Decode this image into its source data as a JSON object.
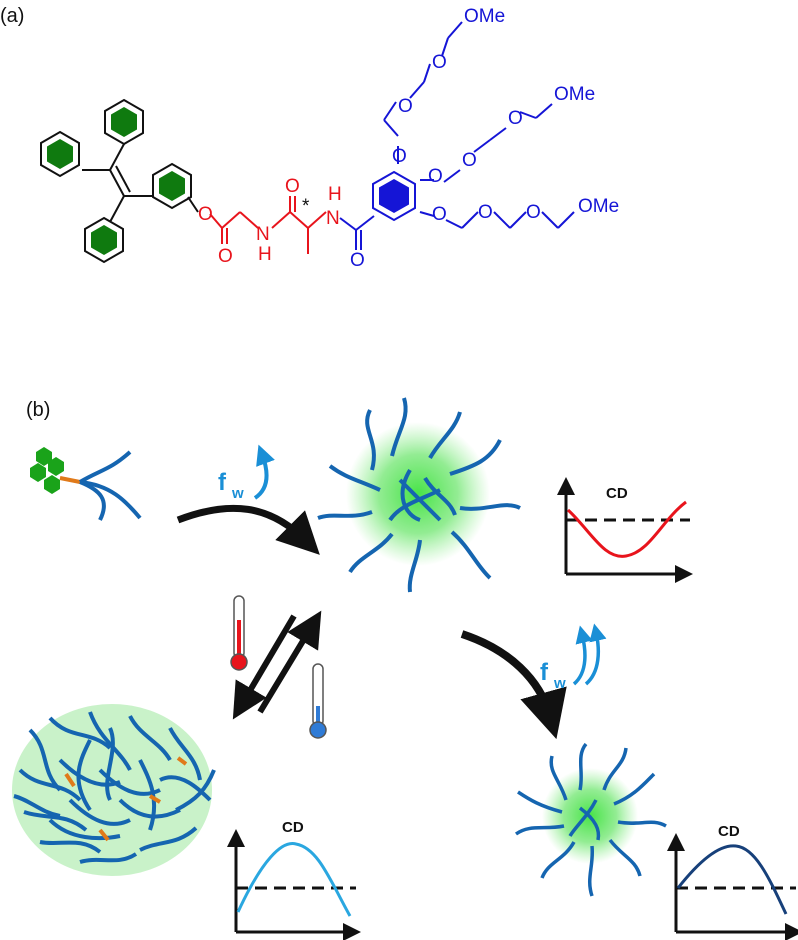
{
  "panel_a": {
    "label": "(a)",
    "atoms": {
      "ome": "OMe",
      "o": "O",
      "h": "H",
      "n": "N",
      "star": "*"
    },
    "colors": {
      "linker": "#e8141c",
      "gallate": "#1515d6",
      "tpe_rings": "#0f7a0f"
    }
  },
  "panel_b": {
    "label": "(b)",
    "fw_label": "f",
    "fw_sub": "w",
    "cd_label": "CD",
    "colors": {
      "chain": "#1565b0",
      "glow": "#3ee23e",
      "hot": "#e8141c",
      "cold": "#2f7bd6",
      "arrow": "#1a8fd6"
    }
  }
}
